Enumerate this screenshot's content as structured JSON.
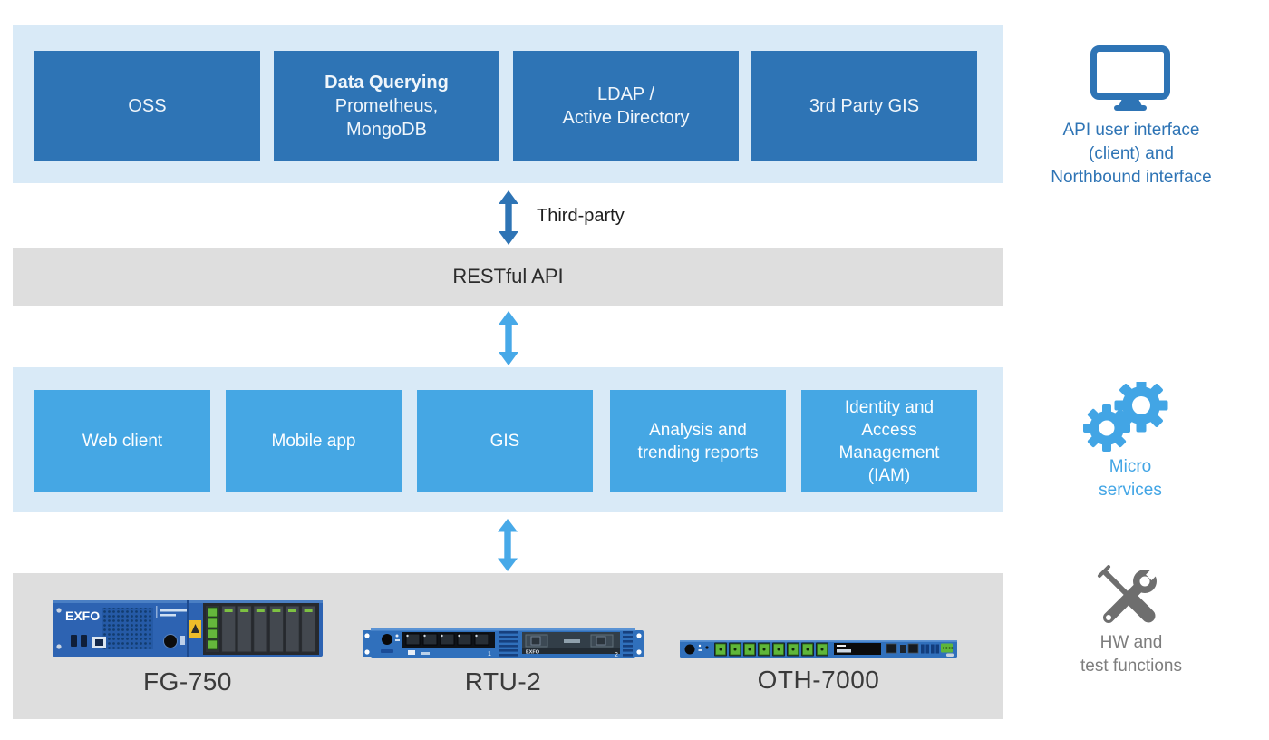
{
  "top_band": {
    "boxes": [
      {
        "label": "OSS"
      },
      {
        "title": "Data Querying",
        "subtitle": "Prometheus,\nMongoDB"
      },
      {
        "label": "LDAP /\nActive Directory"
      },
      {
        "label": "3rd Party GIS"
      }
    ]
  },
  "connector_top": {
    "label": "Third-party"
  },
  "api_bar": {
    "label": "RESTful API"
  },
  "middle_band": {
    "boxes": [
      {
        "label": "Web client"
      },
      {
        "label": "Mobile app"
      },
      {
        "label": "GIS"
      },
      {
        "label": "Analysis and\ntrending reports"
      },
      {
        "label": "Identity and\nAccess\nManagement\n(IAM)"
      }
    ]
  },
  "hardware_band": {
    "devices": [
      {
        "label": "FG-750"
      },
      {
        "label": "RTU-2"
      },
      {
        "label": "OTH-7000"
      }
    ]
  },
  "right_column": {
    "api_interface": {
      "icon": "monitor-icon",
      "label": "API user interface\n(client) and\nNorthbound interface"
    },
    "microservices": {
      "icon": "gears-icon",
      "label": "Micro\nservices"
    },
    "hardware": {
      "icon": "tools-icon",
      "label": "HW and\ntest functions"
    }
  },
  "colors": {
    "band_light_blue": "#d9eaf7",
    "box_dark_blue": "#2e74b5",
    "box_light_blue": "#45a7e4",
    "bar_gray": "#dedede",
    "arrow_dark_blue": "#2e74b5",
    "arrow_light_blue": "#47a9e8",
    "text_blue": "#2e74b5",
    "text_light_blue": "#42a5e5",
    "text_gray": "#7d7d7d",
    "icon_gray": "#6e6e6e"
  }
}
